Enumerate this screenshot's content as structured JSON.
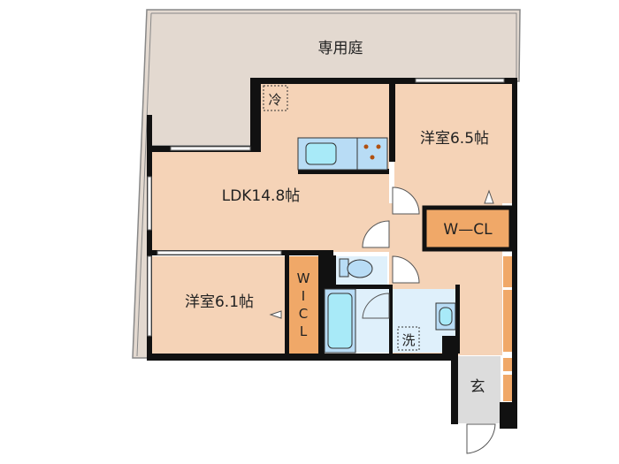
{
  "floorplan": {
    "garden": "専用庭",
    "ldk": "LDK14.8帖",
    "room_a": "洋室6.5帖",
    "room_b": "洋室6.1帖",
    "wcl": "W—CL",
    "wicl": [
      "W",
      "I",
      "C",
      "L"
    ],
    "fridge": "冷",
    "washer": "洗",
    "entrance": "玄"
  },
  "colors": {
    "room": "#f5d3b7",
    "closet": "#f0a868",
    "wet": "#dff0fb",
    "garden": "#e3d9d0",
    "entrance": "#dcdcdc",
    "wall": "#111111"
  }
}
